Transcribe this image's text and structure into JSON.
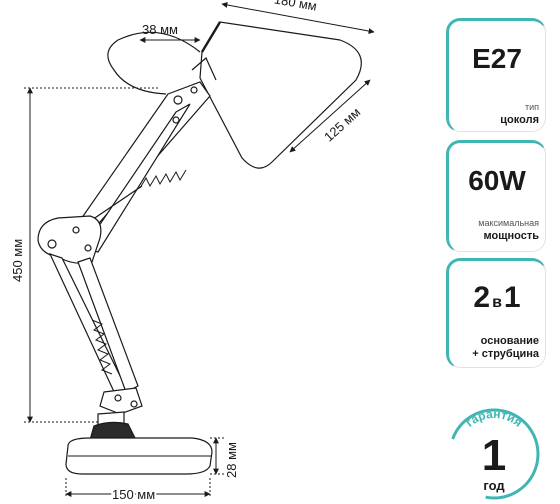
{
  "dimensions": {
    "cable": "38 мм",
    "shade_width": "180 мм",
    "shade_depth": "125 мм",
    "height": "450 мм",
    "base_width": "150 мм",
    "base_height": "28 мм"
  },
  "features": [
    {
      "value": "E27",
      "caption_top": "тип",
      "caption_bottom": "цоколя"
    },
    {
      "value": "60W",
      "caption_top": "максимальная",
      "caption_bottom": "мощность"
    },
    {
      "value_main": "2",
      "value_joiner": "в",
      "value_tail": "1",
      "caption_top": "основание",
      "caption_bottom": "+ струбцина"
    }
  ],
  "warranty": {
    "label": "гарантия",
    "number": "1",
    "unit": "год"
  },
  "colors": {
    "accent": "#3fb6b3",
    "ink": "#1a1a1a"
  }
}
